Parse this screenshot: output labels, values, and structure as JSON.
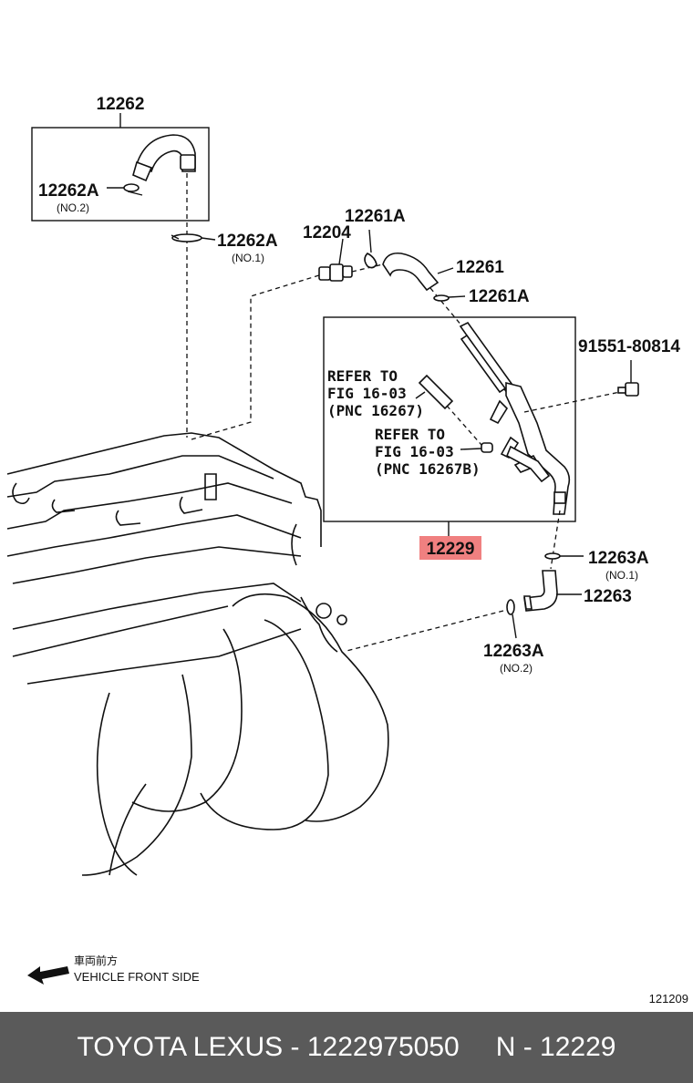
{
  "labels": {
    "p12262": "12262",
    "p12262A_no2": "12262A",
    "no2_a": "(NO.2)",
    "p12262A_no1": "12262A",
    "no1_a": "(NO.1)",
    "p12261A_top": "12261A",
    "p12204": "12204",
    "p12261": "12261",
    "p12261A_mid": "12261A",
    "p91551": "91551-80814",
    "ref1_l1": "REFER TO",
    "ref1_l2": "FIG 16-03",
    "ref1_l3": "(PNC 16267)",
    "ref2_l1": "REFER TO",
    "ref2_l2": "FIG 16-03",
    "ref2_l3": "(PNC 16267B)",
    "p12229": "12229",
    "p12263A_no1": "12263A",
    "no1_b": "(NO.1)",
    "p12263": "12263",
    "p12263A_no2": "12263A",
    "no2_b": "(NO.2)"
  },
  "direction": {
    "jp": "車両前方",
    "en": "VEHICLE FRONT SIDE"
  },
  "diagram_code": "121209",
  "footer": {
    "left": "TOYOTA LEXUS - 1222975050",
    "right": "N - 12229"
  },
  "colors": {
    "highlight": "#f08080",
    "footer_bg": "#5a5a5a"
  }
}
